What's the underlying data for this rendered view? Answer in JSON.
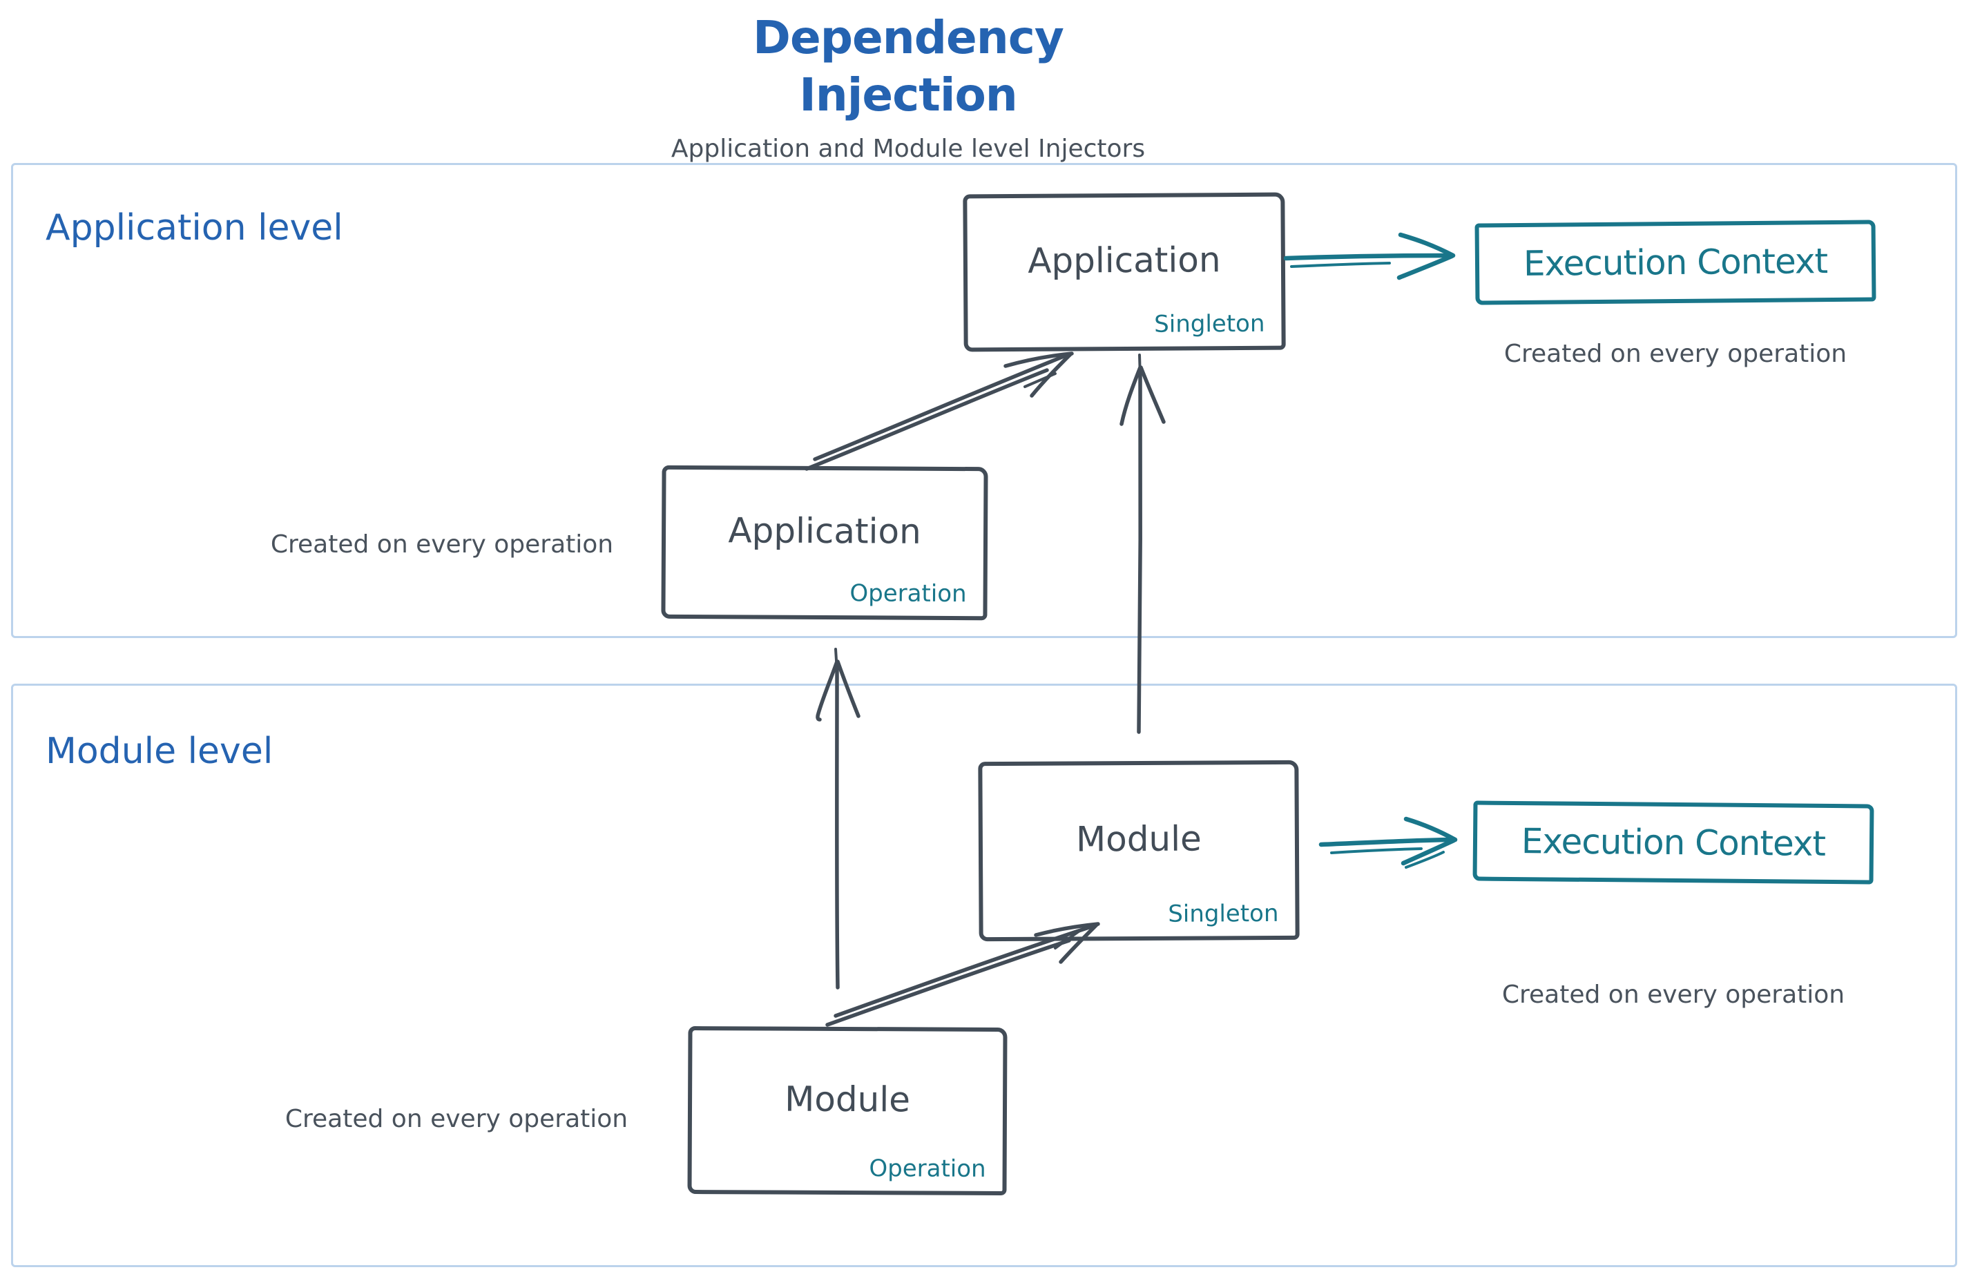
{
  "header": {
    "title": "Dependency Injection",
    "subtitle": "Application and Module level Injectors"
  },
  "palette": {
    "accent_blue": "#2563b1",
    "ink_slate": "#424c57",
    "accent_teal": "#19768a",
    "frame_blue": "#bcd3ec",
    "background": "#ffffff"
  },
  "sections": {
    "application": {
      "label": "Application level"
    },
    "module": {
      "label": "Module level"
    }
  },
  "nodes": {
    "app_singleton": {
      "name": "Application",
      "scope": "Singleton"
    },
    "app_operation": {
      "name": "Application",
      "scope": "Operation"
    },
    "module_singleton": {
      "name": "Module",
      "scope": "Singleton"
    },
    "module_operation": {
      "name": "Module",
      "scope": "Operation"
    },
    "execution_context_app": {
      "label": "Execution Context"
    },
    "execution_context_module": {
      "label": "Execution Context"
    }
  },
  "captions": {
    "created_on_every_operation": "Created on every operation"
  }
}
